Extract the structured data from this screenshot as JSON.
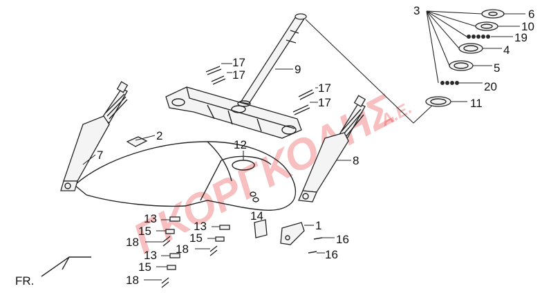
{
  "watermark": {
    "brand": "ΓΚΟΡΓΚΟΛΗΣ",
    "suffix": "Α.Ε.",
    "color": "#e41e1e"
  },
  "orientation_label": "FR.",
  "callouts": {
    "c1": "1",
    "c2": "2",
    "c3": "3",
    "c4": "4",
    "c5": "5",
    "c6": "6",
    "c7": "7",
    "c8": "8",
    "c9": "9",
    "c10": "10",
    "c11": "11",
    "c12": "12",
    "c13a": "13",
    "c13b": "13",
    "c13c": "13",
    "c14": "14",
    "c15a": "15",
    "c15b": "15",
    "c15c": "15",
    "c16a": "16",
    "c16b": "16",
    "c17a": "17",
    "c17b": "17",
    "c17c": "17",
    "c17d": "17",
    "c18a": "18",
    "c18b": "18",
    "c18c": "18",
    "c19": "19",
    "c20": "20"
  },
  "parts": [
    "left-fork-leg",
    "right-fork-leg",
    "steering-stem",
    "triple-clamp",
    "front-fender",
    "bearing-stack",
    "bolts",
    "washers",
    "brackets"
  ]
}
